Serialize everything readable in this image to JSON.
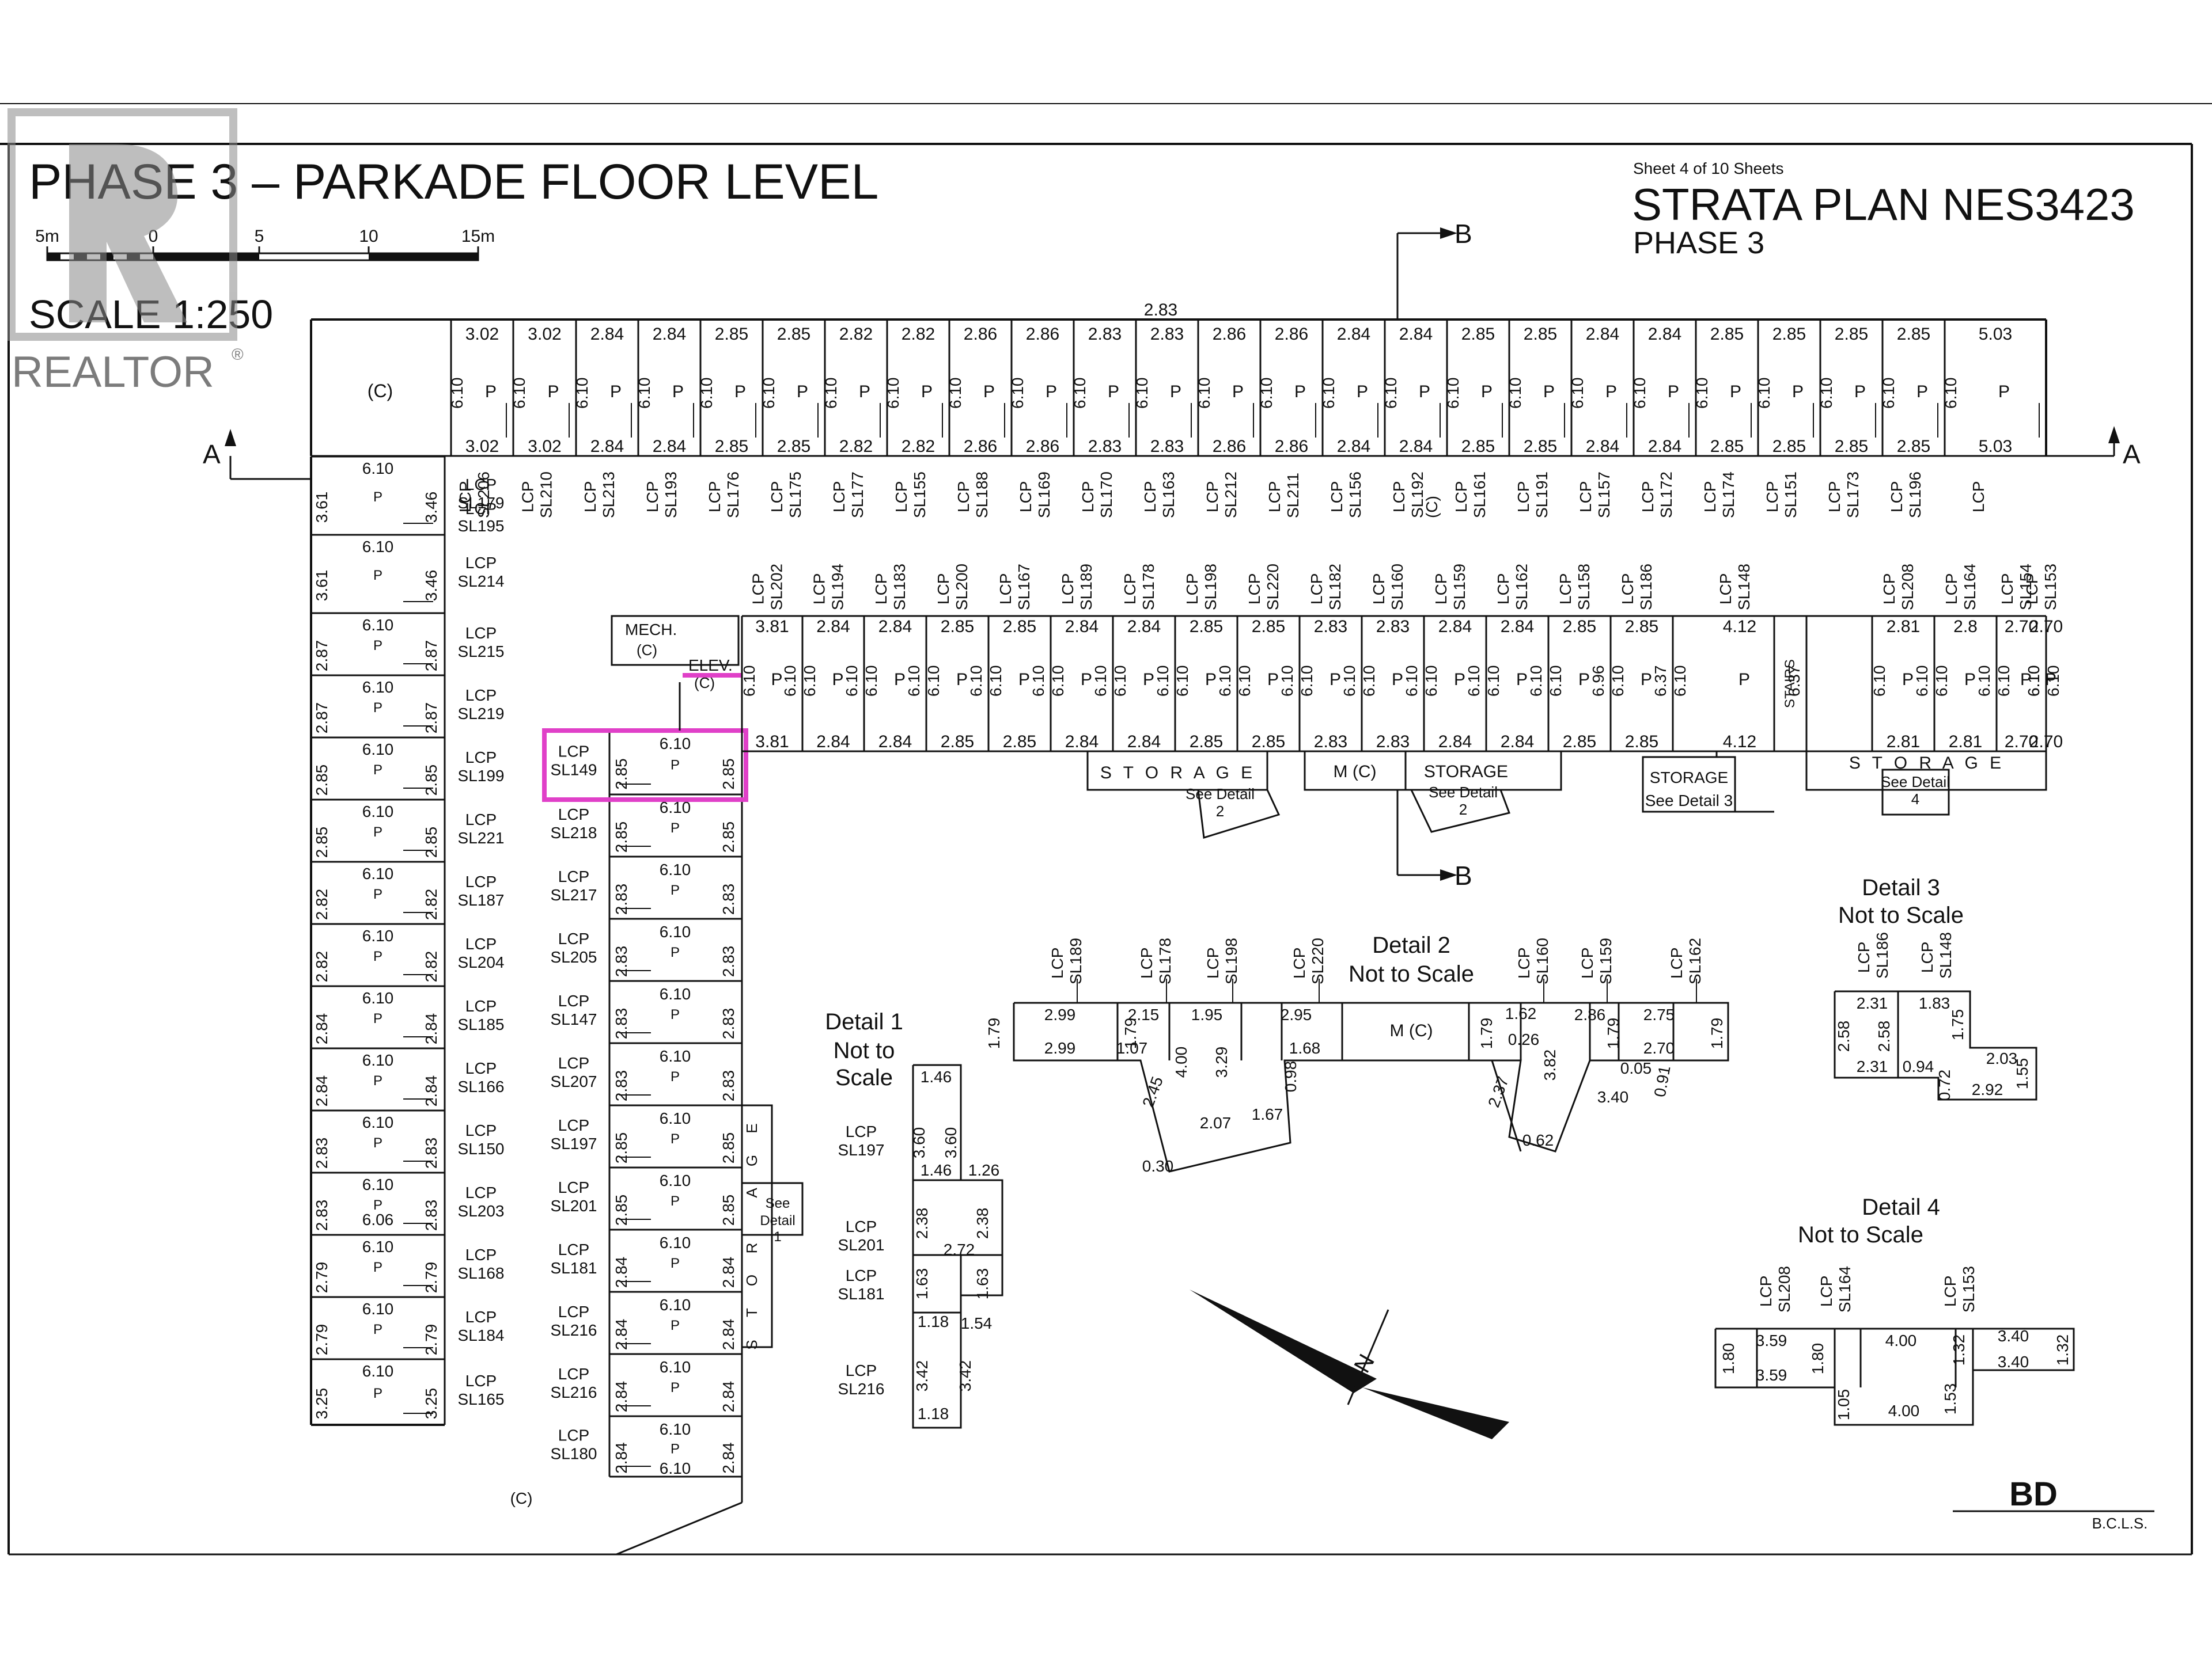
{
  "title": "PHASE 3 – PARKADE FLOOR LEVEL",
  "scale_label": "SCALE 1:250",
  "scale_ticks": [
    "5m",
    "0",
    "5",
    "10",
    "15m"
  ],
  "watermark": "REALTOR",
  "sheet": "Sheet 4 of 10 Sheets",
  "plan_name": "STRATA PLAN NES3423",
  "phase": "PHASE 3",
  "section_a": "A",
  "section_b": "B",
  "common": "(C)",
  "p": "P",
  "lcp": "LCP",
  "mech": "MECH.",
  "elev": "ELEV.",
  "stairs": "STAIRS",
  "storage_spaced": "S T O R A G E",
  "storage": "STORAGE",
  "mc": "M (C)",
  "see_detail": "See Detail",
  "top_overall": "2.83",
  "top_row": {
    "widths": [
      "3.02",
      "3.02",
      "2.84",
      "2.84",
      "2.85",
      "2.85",
      "2.82",
      "2.82",
      "2.86",
      "2.86",
      "2.83",
      "2.83",
      "2.86",
      "2.86",
      "2.84",
      "2.84",
      "2.85",
      "2.85",
      "2.84",
      "2.84",
      "2.85",
      "2.85",
      "2.85",
      "2.85",
      "5.03"
    ],
    "depth": "6.10",
    "labels": [
      "SL206",
      "SL210",
      "SL213",
      "SL193",
      "SL176",
      "SL175",
      "SL177",
      "SL155",
      "SL188",
      "SL169",
      "SL170",
      "SL163",
      "SL212",
      "SL211",
      "SL156",
      "SL192",
      "SL161",
      "SL191",
      "SL157",
      "SL172",
      "SL174",
      "SL151",
      "SL173",
      "SL196"
    ],
    "corner_label": "SL179"
  },
  "mid_row": {
    "widths": [
      "3.81",
      "2.84",
      "2.84",
      "2.85",
      "2.85",
      "2.84",
      "2.84",
      "2.85",
      "2.85",
      "2.83",
      "2.83",
      "2.84",
      "2.84",
      "2.85",
      "2.85",
      "4.12",
      "2.81",
      "2.81",
      "2.70",
      "2.70"
    ],
    "top_widths": [
      "3.81",
      "2.84",
      "2.84",
      "2.85",
      "2.85",
      "2.84",
      "2.84",
      "2.85",
      "2.85",
      "2.83",
      "2.83",
      "2.84",
      "2.84",
      "2.85",
      "2.85",
      "4.12",
      "2.81",
      "2.8",
      "2.70",
      "2.70"
    ],
    "depths": [
      "6.10",
      "6.10",
      "6.10",
      "6.10",
      "6.10",
      "6.10",
      "6.10",
      "6.10",
      "6.10",
      "6.10",
      "6.10",
      "6.10",
      "6.10",
      "6.96",
      "6.37",
      "6.37",
      "6.10",
      "6.10",
      "6.10",
      "6.10"
    ],
    "labels": [
      "SL202",
      "SL194",
      "SL183",
      "SL200",
      "SL167",
      "SL189",
      "SL178",
      "SL198",
      "SL220",
      "SL182",
      "SL160",
      "SL159",
      "SL162",
      "SL158",
      "SL186",
      "SL148",
      "SL208",
      "SL164",
      "SL154",
      "SL153"
    ]
  },
  "left_col": {
    "rows": [
      {
        "h1": "3.61",
        "h2": "3.46",
        "label": "SL179"
      },
      {
        "h1": "3.61",
        "h2": "3.46",
        "label": "SL214",
        "extra": "SL195"
      },
      {
        "h1": "2.87",
        "h2": "2.87",
        "label": "SL215"
      },
      {
        "h1": "2.87",
        "h2": "2.87",
        "label": "SL219"
      },
      {
        "h1": "2.85",
        "h2": "2.85",
        "label": "SL199"
      },
      {
        "h1": "2.85",
        "h2": "2.85",
        "label": "SL221"
      },
      {
        "h1": "2.82",
        "h2": "2.82",
        "label": "SL187"
      },
      {
        "h1": "2.82",
        "h2": "2.82",
        "label": "SL204"
      },
      {
        "h1": "2.84",
        "h2": "2.84",
        "label": "SL185"
      },
      {
        "h1": "2.84",
        "h2": "2.84",
        "label": "SL166"
      },
      {
        "h1": "2.83",
        "h2": "2.83",
        "label": "SL150"
      },
      {
        "h1": "2.83",
        "h2": "2.83",
        "label": "SL203"
      },
      {
        "h1": "2.79",
        "h2": "2.79",
        "label": "SL168"
      },
      {
        "h1": "2.79",
        "h2": "2.79",
        "label": "SL184"
      },
      {
        "h1": "3.25",
        "h2": "3.25",
        "label": "SL165"
      }
    ],
    "depth": "6.10",
    "alt_depth": "6.06"
  },
  "inner_col": {
    "rows": [
      {
        "h1": "2.85",
        "h2": "2.85",
        "label": "SL149"
      },
      {
        "h1": "2.85",
        "h2": "2.85",
        "label": "SL218"
      },
      {
        "h1": "2.83",
        "h2": "2.83",
        "label": "SL217"
      },
      {
        "h1": "2.83",
        "h2": "2.83",
        "label": "SL205"
      },
      {
        "h1": "2.83",
        "h2": "2.83",
        "label": "SL147"
      },
      {
        "h1": "2.83",
        "h2": "2.83",
        "label": "SL207"
      },
      {
        "h1": "2.85",
        "h2": "2.85",
        "label": "SL197"
      },
      {
        "h1": "2.85",
        "h2": "2.85",
        "label": "SL201"
      },
      {
        "h1": "2.84",
        "h2": "2.84",
        "label": "SL181"
      },
      {
        "h1": "2.84",
        "h2": "2.84",
        "label": "SL216"
      },
      {
        "h1": "2.84",
        "h2": "2.84",
        "label": "SL216"
      },
      {
        "h1": "2.84",
        "h2": "2.84",
        "label": "SL180"
      }
    ],
    "depth": "6.10",
    "storage_letters": [
      "E",
      "G",
      "A",
      "R",
      "O",
      "T",
      "S"
    ]
  },
  "detail1": {
    "title1": "Detail 1",
    "title2": "Not to",
    "title3": "Scale",
    "dims": [
      "1.46",
      "3.60",
      "3.60",
      "1.46",
      "1.26",
      "2.38",
      "2.38",
      "2.72",
      "1.63",
      "1.63",
      "1.18",
      "1.54",
      "3.42",
      "3.42",
      "1.18"
    ],
    "labels": [
      "SL197",
      "SL201",
      "SL181",
      "SL216"
    ]
  },
  "detail2": {
    "title1": "Detail 2",
    "title2": "Not to Scale",
    "labels": [
      "SL189",
      "SL178",
      "SL198",
      "SL220",
      "SL160",
      "SL159",
      "SL162"
    ],
    "dims": [
      "1.79",
      "2.99",
      "2.99",
      "1.79",
      "2.15",
      "1.07",
      "1.95",
      "4.00",
      "3.29",
      "2.95",
      "1.68",
      "1.79",
      "1.62",
      "0.26",
      "3.82",
      "2.86",
      "1.79",
      "2.75",
      "2.70",
      "1.79",
      "2.45",
      "2.07",
      "1.67",
      "0.98",
      "0.30",
      "2.37",
      "0.62",
      "3.40",
      "0.05",
      "0.91"
    ]
  },
  "detail3": {
    "title1": "Detail 3",
    "title2": "Not to Scale",
    "labels": [
      "SL186",
      "SL148"
    ],
    "dims": [
      "2.31",
      "2.58",
      "2.58",
      "1.83",
      "1.75",
      "2.31",
      "0.94",
      "0.72",
      "2.03",
      "1.55",
      "2.92"
    ]
  },
  "detail4": {
    "title1": "Detail 4",
    "title2": "Not to Scale",
    "labels": [
      "SL208",
      "SL164",
      "SL153"
    ],
    "dims": [
      "3.59",
      "1.80",
      "1.80",
      "3.59",
      "4.00",
      "1.05",
      "4.00",
      "1.53",
      "1.32",
      "3.40",
      "3.40",
      "1.32"
    ]
  },
  "north": "N",
  "signature": "BD",
  "bcls": "B.C.L.S.",
  "colors": {
    "ink": "#111111",
    "highlight": "#e040c8",
    "watermark": "#8a8a8a"
  }
}
